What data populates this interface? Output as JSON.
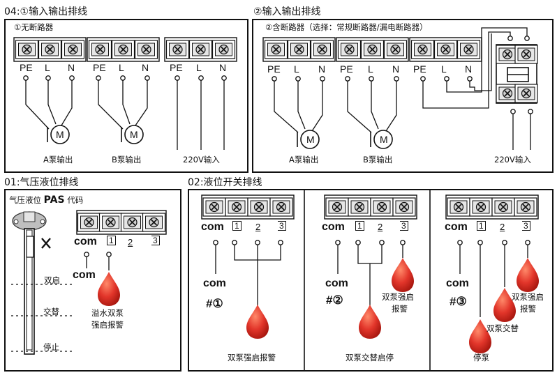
{
  "sec04": {
    "title": "04:①输入输出排线",
    "p1_title": "①无断路器",
    "p2_title": "②含断路器（选择：常规断路器/漏电断路器）",
    "term_labels": [
      "PE",
      "L",
      "N"
    ],
    "motor": "M",
    "a_pump": "A泵输出",
    "b_pump": "B泵输出",
    "input_220": "220V输入"
  },
  "sec01": {
    "title": "01:气压液位排线",
    "sensor_label_pre": "气压液位",
    "sensor_code": "PAS",
    "sensor_label_post": "代码",
    "com": "com",
    "term_nums": [
      "1",
      "2",
      "3"
    ],
    "level_start": "双启",
    "level_alt": "交替",
    "level_stop": "停止",
    "note1": "溢水双泵",
    "note2": "强启报警"
  },
  "sec02": {
    "title": "02:液位开关排线",
    "com": "com",
    "term_nums": [
      "1",
      "2",
      "3"
    ],
    "p1_id": "#①",
    "p2_id": "#②",
    "p3_id": "#③",
    "p1_caption": "双泵强启报警",
    "p2_caption": "双泵交替启停",
    "p3_caption": "停泵",
    "alarm1": "双泵强启",
    "alarm2": "报警",
    "alt_label": "双泵交替"
  },
  "colors": {
    "drop": "#e2352a",
    "drop_dark": "#b81e16",
    "line": "#111111"
  }
}
